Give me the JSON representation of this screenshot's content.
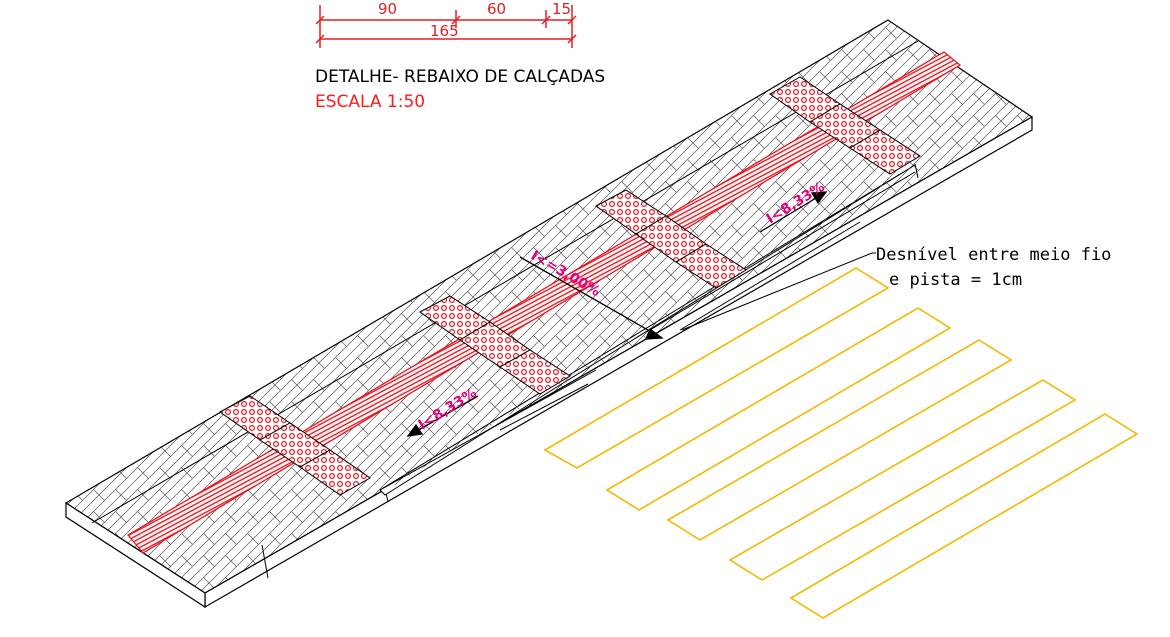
{
  "title": "DETALHE- REBAIXO DE CALÇADAS",
  "scale": "ESCALA 1:50",
  "dimensions": {
    "d1": "90",
    "d2": "60",
    "d3": "15",
    "total": "165"
  },
  "slopes": {
    "upper": "I<8,33%",
    "middle": "I<=3,00%",
    "lower": "I<8,33%"
  },
  "note": {
    "line1": "Desnível entre meio fio",
    "line2": "e pista = 1cm"
  },
  "colors": {
    "dimension": "#e02020",
    "scale_text": "#ff1a1a",
    "slope_text": "#e6007e",
    "tactile": "#e8141e",
    "crosswalk": "#f5b800",
    "paving": "#000000"
  },
  "crosswalk_stripes": 5
}
